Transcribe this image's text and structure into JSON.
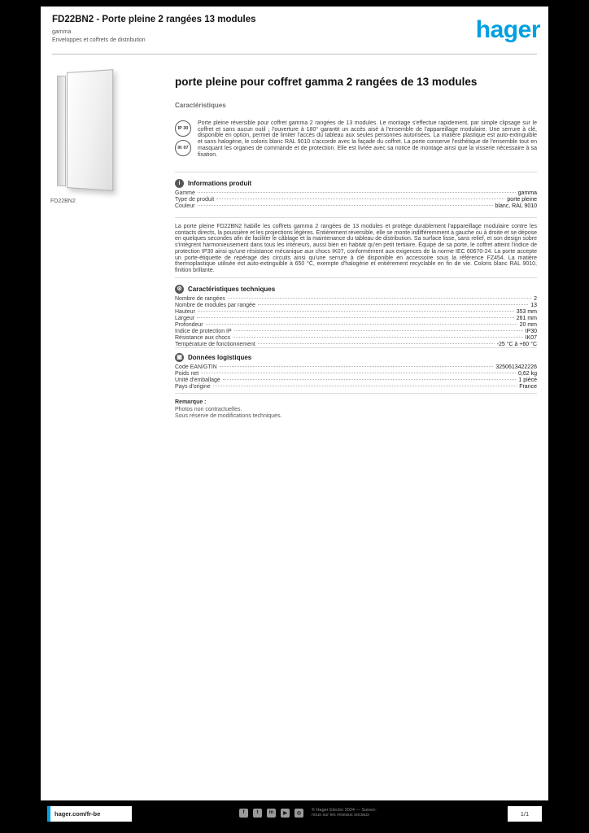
{
  "header": {
    "product_line1": "FD22BN2 - Porte pleine 2 rangées 13 modules",
    "product_line2": "gamma",
    "product_line3": "Enveloppes et coffrets de distribution",
    "logo_text": "hager",
    "brand_color": "#00A0E1"
  },
  "product": {
    "image_caption": "FD22BN2",
    "badges": [
      {
        "name": "ip-rating",
        "label": "IP 30"
      },
      {
        "name": "ik-rating",
        "label": "IK 07"
      }
    ]
  },
  "main": {
    "title": "porte pleine pour coffret gamma 2 rangées de 13 modules",
    "subtitle": "Caractéristiques",
    "intro": "Porte pleine réversible pour coffret gamma 2 rangées de 13 modules. Le montage s'effectue rapidement, par simple clipsage sur le coffret et sans aucun outil ; l'ouverture à 180° garantit un accès aisé à l'ensemble de l'appareillage modulaire. Une serrure à clé, disponible en option, permet de limiter l'accès du tableau aux seules personnes autorisées. La matière plastique est auto-extinguible et sans halogène, le coloris blanc RAL 9010 s'accorde avec la façade du coffret. La porte conserve l'esthétique de l'ensemble tout en masquant les organes de commande et de protection. Elle est livrée avec sa notice de montage ainsi que la visserie nécessaire à sa fixation.",
    "description": "La porte pleine FD22BN2 habille les coffrets gamma 2 rangées de 13 modules et protège durablement l'appareillage modulaire contre les contacts directs, la poussière et les projections légères. Entièrement réversible, elle se monte indifféremment à gauche ou à droite et se dépose en quelques secondes afin de faciliter le câblage et la maintenance du tableau de distribution. Sa surface lisse, sans relief, et son design sobre s'intègrent harmonieusement dans tous les intérieurs, aussi bien en habitat qu'en petit tertiaire. Équipé de sa porte, le coffret atteint l'indice de protection IP30 ainsi qu'une résistance mécanique aux chocs IK07, conformément aux exigences de la norme IEC 60670-24. La porte accepte un porte-étiquette de repérage des circuits ainsi qu'une serrure à clé disponible en accessoire sous la référence FZ454. La matière thermoplastique utilisée est auto-extinguible à 650 °C, exempte d'halogène et entièrement recyclable en fin de vie. Coloris blanc RAL 9010, finition brillante."
  },
  "sections": [
    {
      "title": "Informations produit",
      "icon_name": "info-icon",
      "icon_glyph": "i",
      "rows": [
        {
          "label": "Gamme",
          "value": "gamma"
        },
        {
          "label": "Type de produit",
          "value": "porte pleine"
        },
        {
          "label": "Couleur",
          "value": "blanc, RAL 9010"
        }
      ]
    },
    {
      "title": "Caractéristiques techniques",
      "icon_name": "gear-icon",
      "icon_glyph": "⚙",
      "rows": [
        {
          "label": "Nombre de rangées",
          "value": "2"
        },
        {
          "label": "Nombre de modules par rangée",
          "value": "13"
        },
        {
          "label": "Hauteur",
          "value": "353 mm"
        },
        {
          "label": "Largeur",
          "value": "261 mm"
        },
        {
          "label": "Profondeur",
          "value": "20 mm"
        },
        {
          "label": "Indice de protection IP",
          "value": "IP30"
        },
        {
          "label": "Résistance aux chocs",
          "value": "IK07"
        },
        {
          "label": "Température de fonctionnement",
          "value": "-25 °C à +60 °C"
        }
      ]
    },
    {
      "title": "Données logistiques",
      "icon_name": "package-icon",
      "icon_glyph": "▦",
      "rows": [
        {
          "label": "Code EAN/GTIN",
          "value": "3250613422226"
        },
        {
          "label": "Poids net",
          "value": "0,62 kg"
        },
        {
          "label": "Unité d'emballage",
          "value": "1 pièce"
        },
        {
          "label": "Pays d'origine",
          "value": "France"
        }
      ]
    }
  ],
  "note": {
    "title": "Remarque :",
    "lines": [
      "Photos non contractuelles.",
      "Sous réserve de modifications techniques."
    ]
  },
  "footer": {
    "website": "hager.com/fr-be",
    "social": [
      {
        "name": "facebook-icon",
        "glyph": "f"
      },
      {
        "name": "twitter-icon",
        "glyph": "t"
      },
      {
        "name": "linkedin-icon",
        "glyph": "in"
      },
      {
        "name": "youtube-icon",
        "glyph": "▶"
      },
      {
        "name": "instagram-icon",
        "glyph": "◎"
      }
    ],
    "copyright": "© Hager Electro 2024 — Suivez-nous sur les réseaux sociaux",
    "page_label": "1/1"
  }
}
